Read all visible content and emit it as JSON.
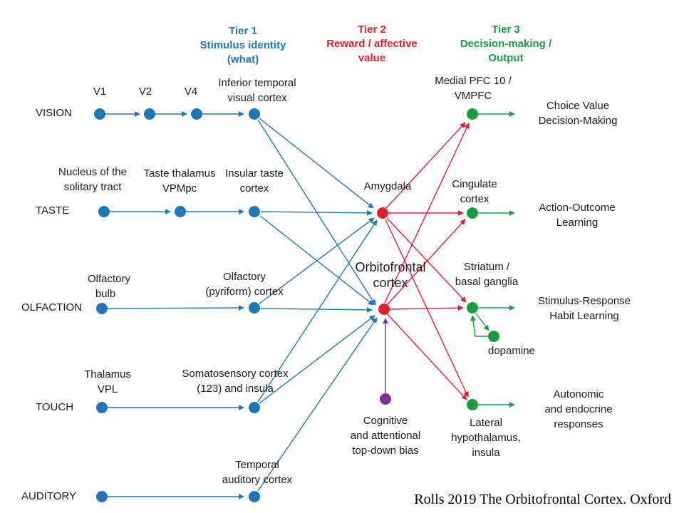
{
  "colors": {
    "blue": "#1f77b8",
    "red": "#e0202e",
    "green": "#1a9a44",
    "purple": "#7b3294"
  },
  "tiers": {
    "t1_line1": "Tier 1",
    "t1_line2": "Stimulus identity",
    "t1_line3": "(what)",
    "t2_line1": "Tier 2",
    "t2_line2": "Reward / affective",
    "t2_line3": "value",
    "t3_line1": "Tier 3",
    "t3_line2": "Decision-making /",
    "t3_line3": "Output"
  },
  "modalities": {
    "vision": "VISION",
    "taste": "TASTE",
    "olfaction": "OLFACTION",
    "touch": "TOUCH",
    "auditory": "AUDITORY"
  },
  "vision": {
    "v1": "V1",
    "v2": "V2",
    "v4": "V4",
    "it_line1": "Inferior temporal",
    "it_line2": "visual cortex"
  },
  "taste": {
    "nts_line1": "Nucleus of the",
    "nts_line2": "solitary tract",
    "thal_line1": "Taste thalamus",
    "thal_line2": "VPMpc",
    "insula_line1": "Insular taste",
    "insula_line2": "cortex"
  },
  "olfaction": {
    "bulb_line1": "Olfactory",
    "bulb_line2": "bulb",
    "cortex_line1": "Olfactory",
    "cortex_line2": "(pyriform) cortex"
  },
  "touch": {
    "thal_line1": "Thalamus",
    "thal_line2": "VPL",
    "cortex_line1": "Somatosensory cortex",
    "cortex_line2": "(123) and insula"
  },
  "auditory": {
    "cortex_line1": "Temporal",
    "cortex_line2": "auditory cortex"
  },
  "tier2": {
    "amygdala": "Amygdala",
    "ofc_line1": "Orbitofrontal",
    "ofc_line2": "cortex",
    "bias_line1": "Cognitive",
    "bias_line2": "and attentional",
    "bias_line3": "top-down bias"
  },
  "tier3": {
    "mpfc_line1": "Medial PFC 10 /",
    "mpfc_line2": "VMPFC",
    "cingulate_line1": "Cingulate",
    "cingulate_line2": "cortex",
    "striatum_line1": "Striatum /",
    "striatum_line2": "basal ganglia",
    "dopamine": "dopamine",
    "lh_line1": "Lateral",
    "lh_line2": "hypothalamus,",
    "lh_line3": "insula"
  },
  "outputs": {
    "choice_line1": "Choice Value",
    "choice_line2": "Decision-Making",
    "action_line1": "Action-Outcome",
    "action_line2": "Learning",
    "habit_line1": "Stimulus-Response",
    "habit_line2": "Habit Learning",
    "auto_line1": "Autonomic",
    "auto_line2": "and endocrine",
    "auto_line3": "responses"
  },
  "credit": "Rolls 2019 The Orbitofrontal Cortex. Oxford"
}
